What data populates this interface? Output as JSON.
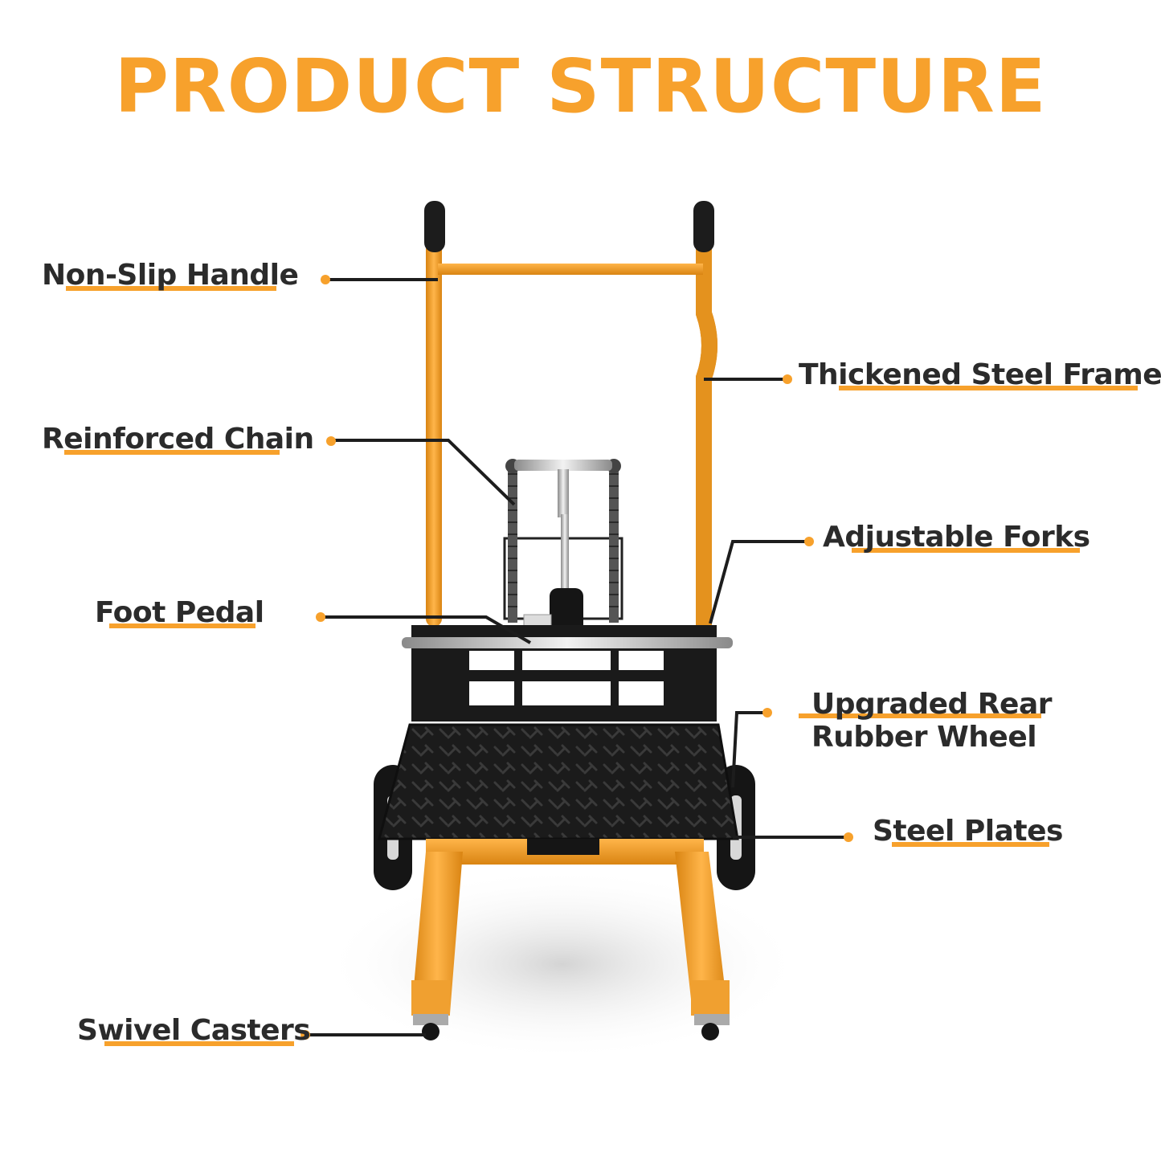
{
  "title": "PRODUCT STRUCTURE",
  "colors": {
    "accent": "#f7a12c",
    "frame": "#f3a02a",
    "dark": "#1c1c1c",
    "text": "#2b2b2b"
  },
  "labels": {
    "non_slip_handle": "Non-Slip Handle",
    "thickened_steel_frame": "Thickened Steel Frame",
    "reinforced_chain": "Reinforced Chain",
    "adjustable_forks": "Adjustable Forks",
    "foot_pedal": "Foot Pedal",
    "upgraded_rear_rubber_wheel_line1": "Upgraded Rear",
    "upgraded_rear_rubber_wheel_line2": "Rubber Wheel",
    "steel_plates": "Steel Plates",
    "swivel_casters": "Swivel Casters"
  }
}
